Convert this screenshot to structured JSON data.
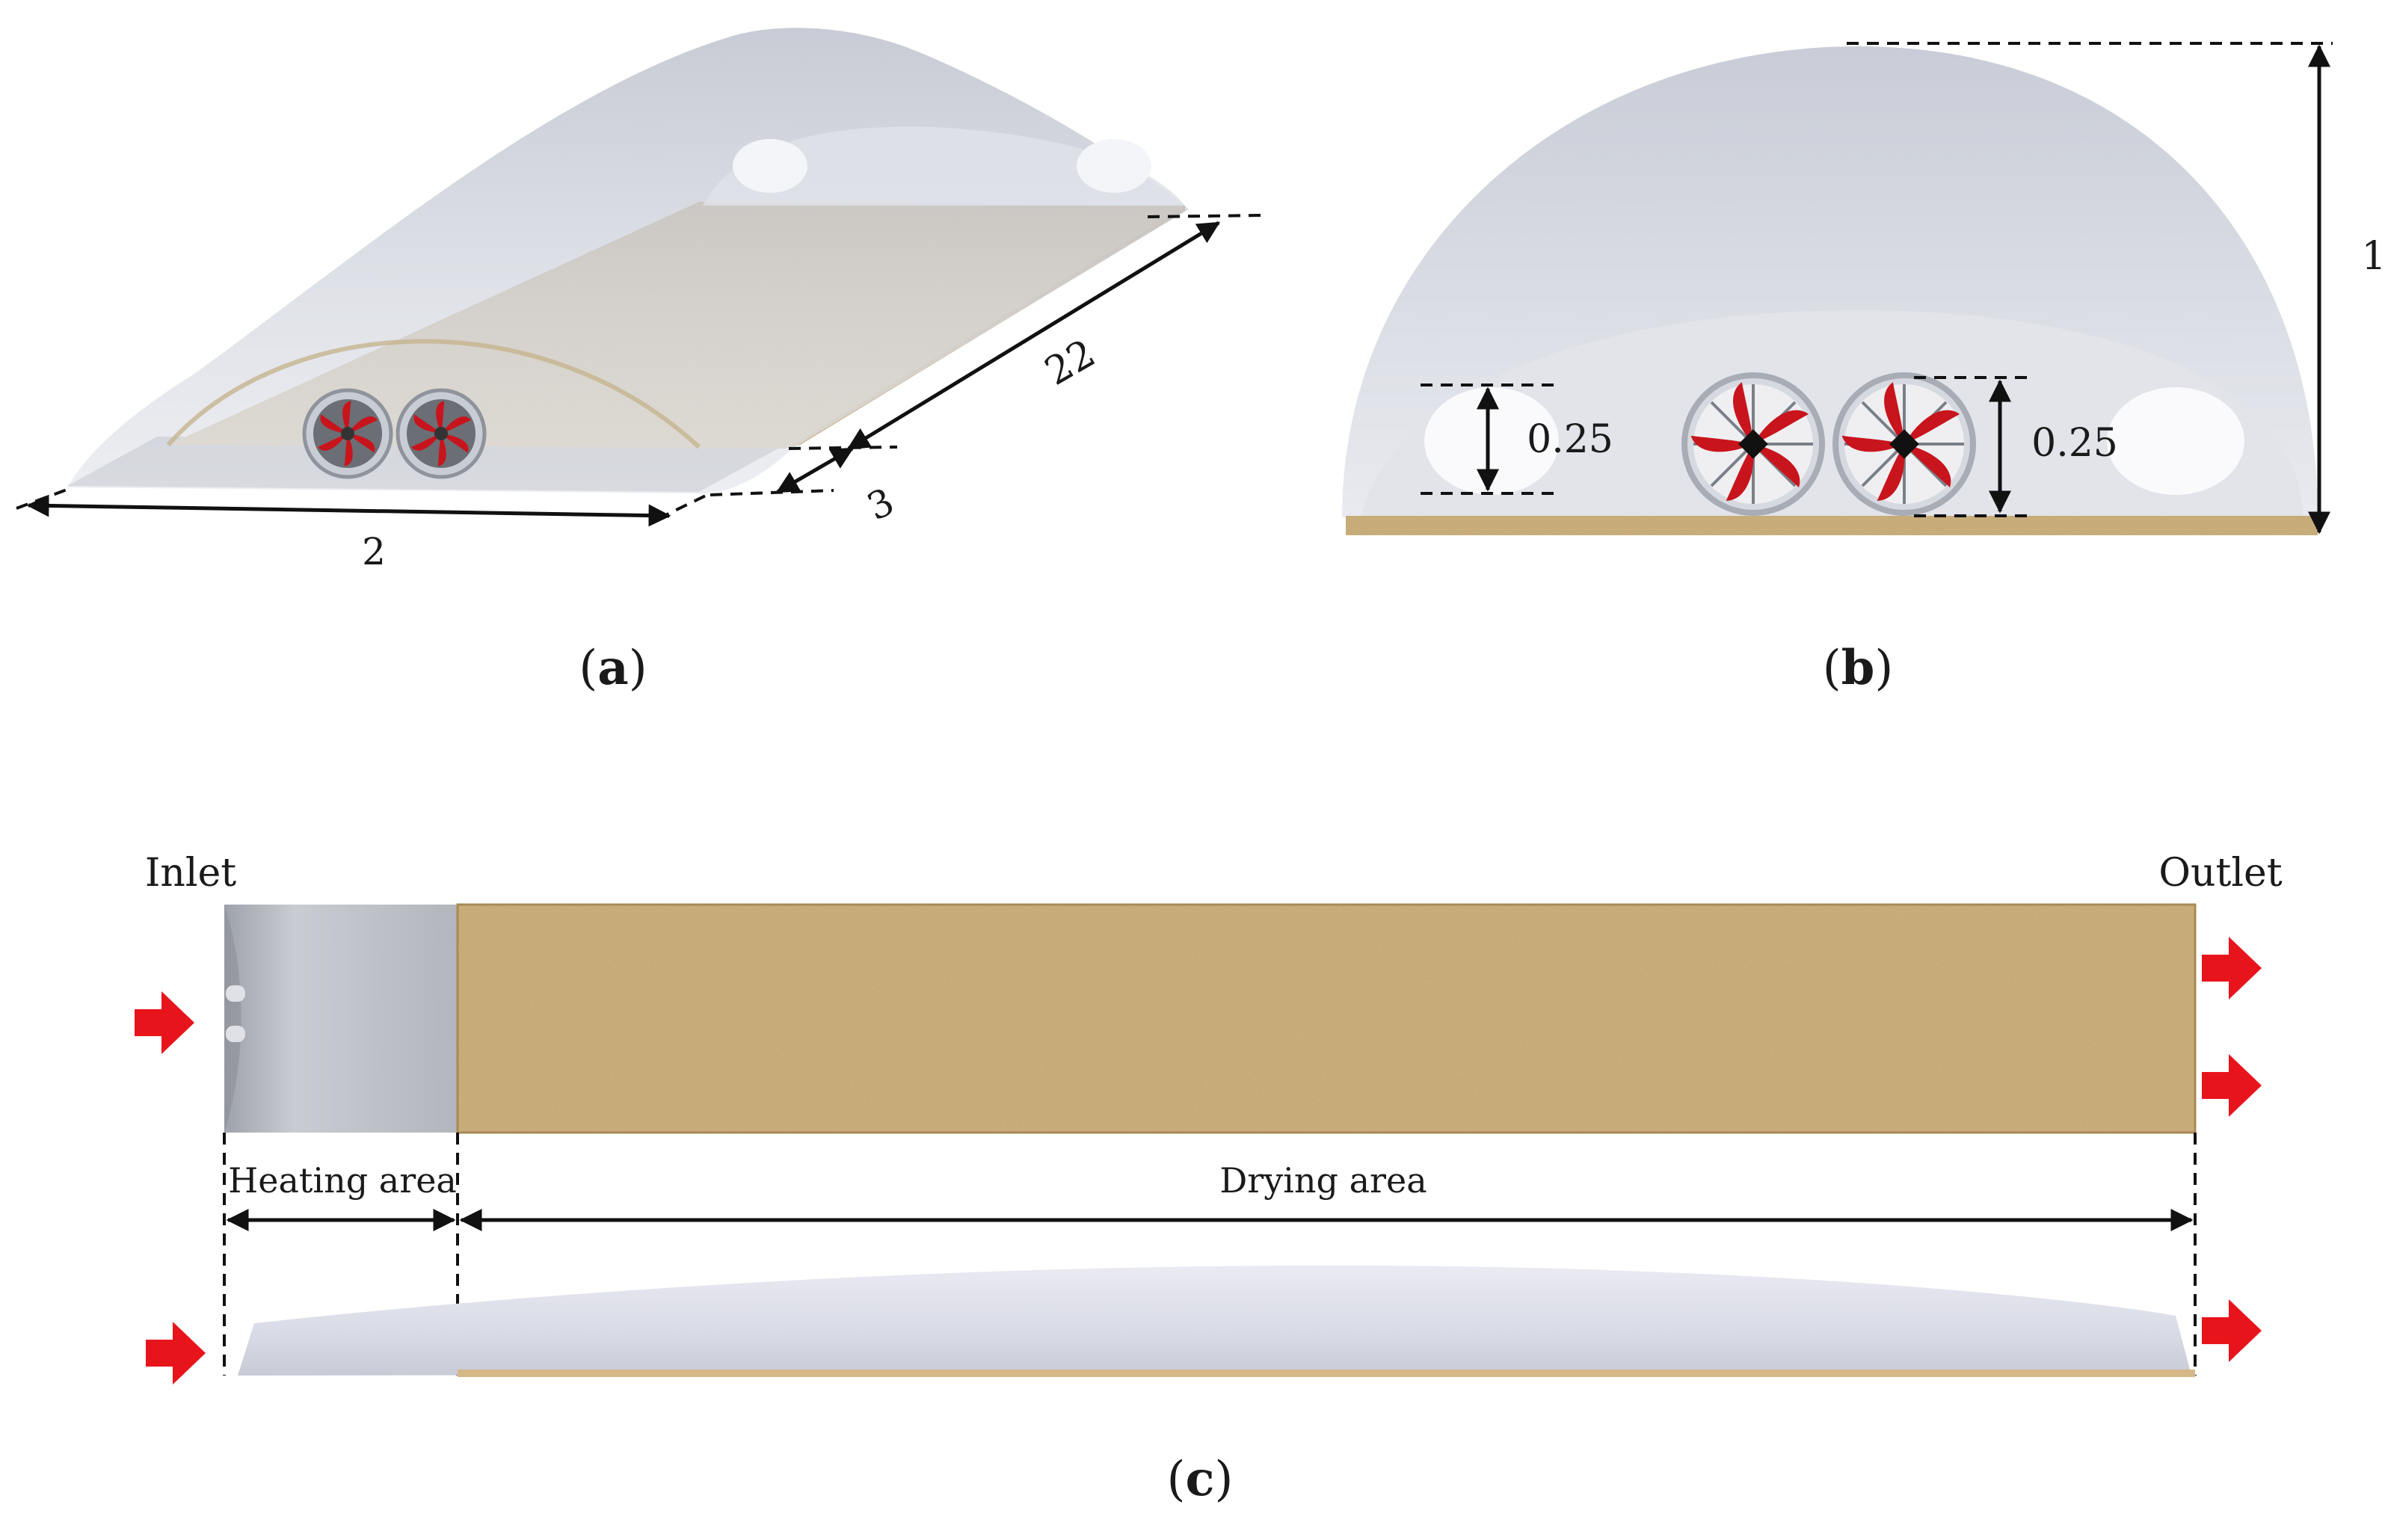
{
  "panel_a": {
    "caption_open": "(",
    "caption_letter": "a",
    "caption_close": ")",
    "dim_width": "2",
    "dim_length": "22",
    "dim_offset": "3"
  },
  "panel_b": {
    "caption_open": "(",
    "caption_letter": "b",
    "caption_close": ")",
    "dim_height": "1",
    "dim_vent": "0.25",
    "dim_fan": "0.25"
  },
  "panel_c": {
    "caption_open": "(",
    "caption_letter": "c",
    "caption_close": ")",
    "inlet_label": "Inlet",
    "outlet_label": "Outlet",
    "heating_label": "Heating area",
    "drying_label": "Drying area"
  },
  "colors": {
    "sand": "#d4b886",
    "film": "#c9cdd8",
    "fan_blade": "#c8141c",
    "arrow": "#e8141c"
  }
}
